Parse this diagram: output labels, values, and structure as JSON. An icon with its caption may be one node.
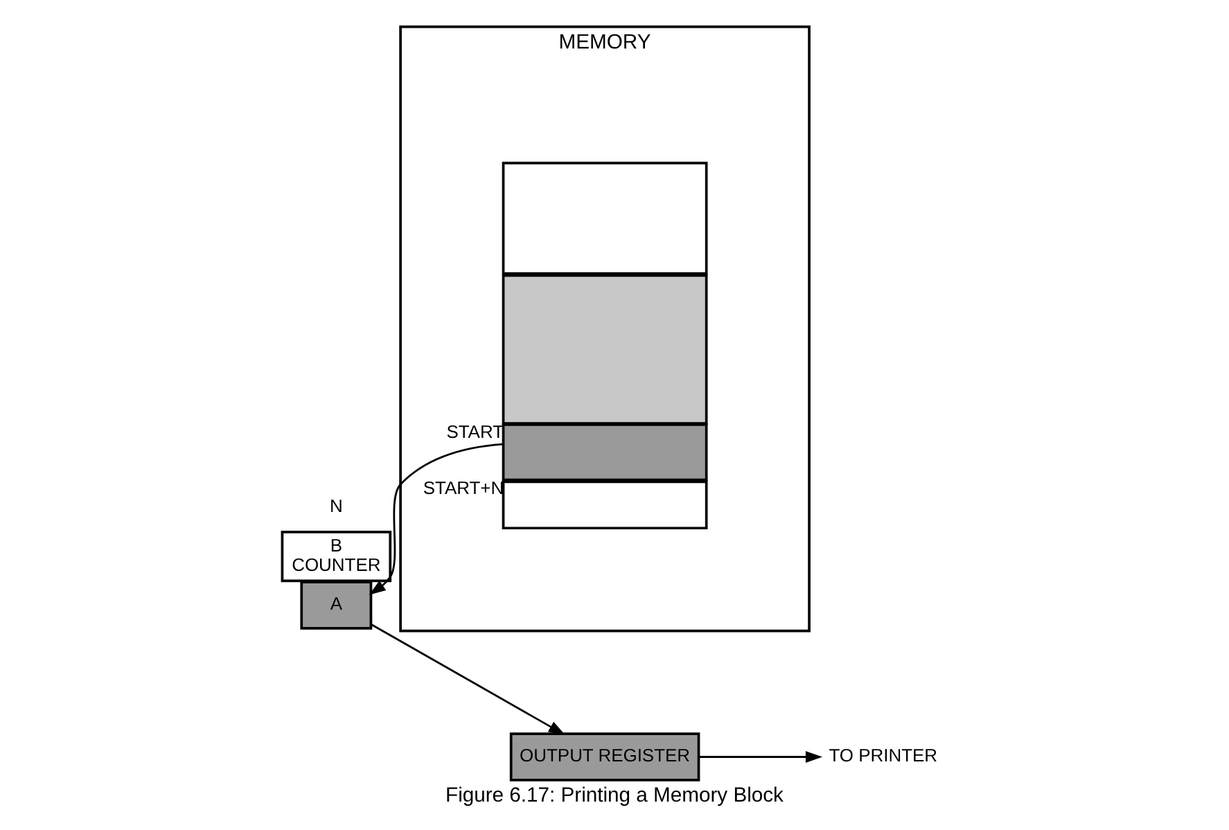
{
  "diagram": {
    "caption": "Figure 6.17: Printing a Memory Block",
    "nodes": [
      {
        "text": [
          "MEMORY"
        ]
      },
      {
        "text": [],
        "shape": "box",
        "in": 0
      },
      {
        "text": [
          "B",
          "COUNTER"
        ]
      },
      {
        "text": [
          "A"
        ]
      },
      {
        "text": [],
        "shape": "box",
        "in": 0,
        "beside": [
          "START"
        ]
      },
      {
        "text": [],
        "shape": "box",
        "in": 0,
        "beside": [
          "START+N"
        ]
      },
      {
        "text": [],
        "shape": "box",
        "in": 0
      },
      {
        "text": [
          "OUTPUT REGISTER"
        ]
      },
      {
        "text": [
          "TO PRINTER"
        ]
      }
    ],
    "edges": [
      {
        "from": 5,
        "to": 3,
        "arrow": "to"
      },
      {
        "from": 3,
        "to": 7,
        "arrow": "to"
      },
      {
        "from": 7,
        "to": 8,
        "arrow": "to"
      }
    ],
    "labels": [
      "N"
    ]
  }
}
